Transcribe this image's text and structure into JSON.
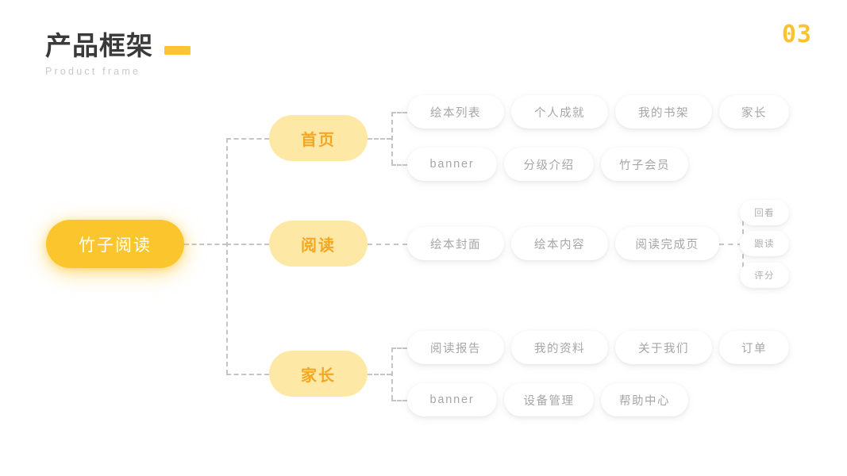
{
  "header": {
    "title": "产品框架",
    "subtitle": "Product frame",
    "page_number": "03",
    "accent_color": "#fbc531"
  },
  "colors": {
    "root_fill": "#fbc52e",
    "root_text": "#ffffff",
    "level2_fill": "#fde8a6",
    "level2_text": "#f5a623",
    "level3_fill": "#ffffff",
    "level3_text": "#a6a6a6",
    "connector": "#c4c4c4",
    "background": "#ffffff"
  },
  "diagram": {
    "type": "mindmap",
    "root": {
      "label": "竹子阅读"
    },
    "branches": [
      {
        "label": "首页",
        "rows": [
          {
            "items": [
              {
                "label": "绘本列表"
              },
              {
                "label": "个人成就"
              },
              {
                "label": "我的书架"
              },
              {
                "label": "家长"
              }
            ]
          },
          {
            "items": [
              {
                "label": "banner"
              },
              {
                "label": "分级介绍"
              },
              {
                "label": "竹子会员"
              }
            ]
          }
        ]
      },
      {
        "label": "阅读",
        "rows": [
          {
            "items": [
              {
                "label": "绘本封面"
              },
              {
                "label": "绘本内容"
              },
              {
                "label": "阅读完成页",
                "children": [
                  {
                    "label": "回看"
                  },
                  {
                    "label": "跟读"
                  },
                  {
                    "label": "评分"
                  }
                ]
              }
            ]
          }
        ]
      },
      {
        "label": "家长",
        "rows": [
          {
            "items": [
              {
                "label": "阅读报告"
              },
              {
                "label": "我的资料"
              },
              {
                "label": "关于我们"
              },
              {
                "label": "订单"
              }
            ]
          },
          {
            "items": [
              {
                "label": "banner"
              },
              {
                "label": "设备管理"
              },
              {
                "label": "帮助中心"
              }
            ]
          }
        ]
      }
    ]
  }
}
